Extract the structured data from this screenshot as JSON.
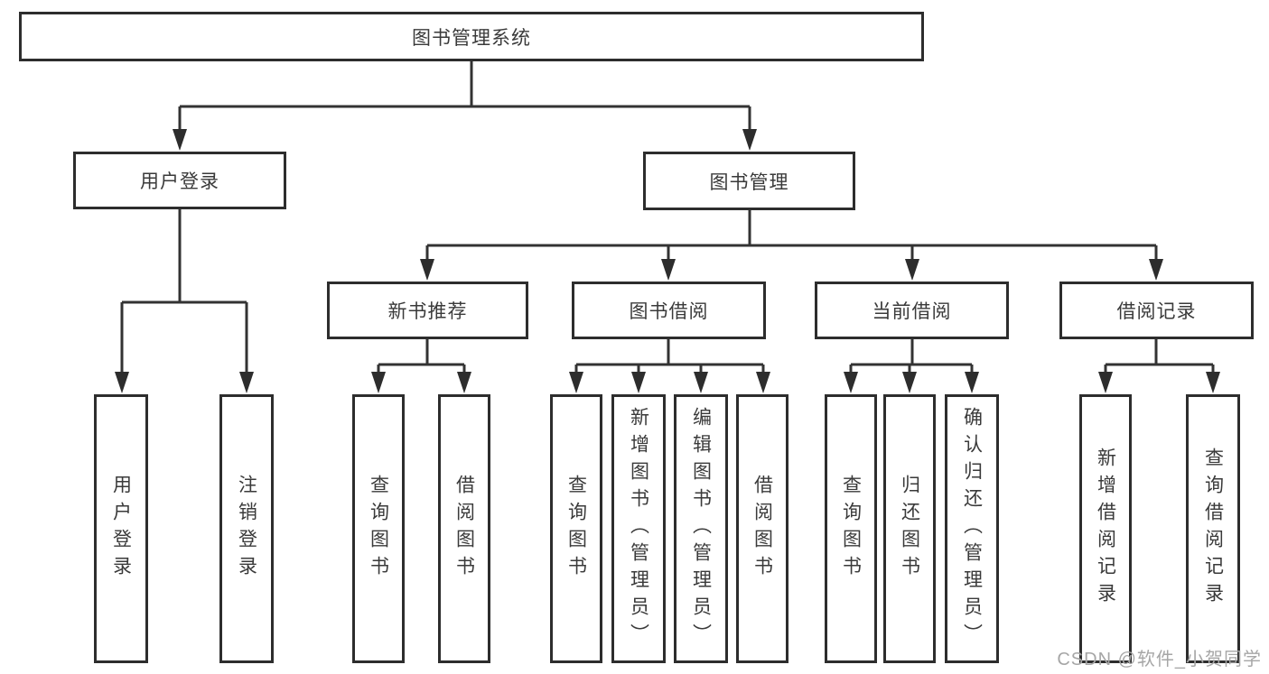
{
  "tree": {
    "label": "图书管理系统",
    "children": [
      {
        "label": "用户登录",
        "children": [
          {
            "label": "用户登录"
          },
          {
            "label": "注销登录"
          }
        ]
      },
      {
        "label": "图书管理",
        "children": [
          {
            "label": "新书推荐",
            "children": [
              {
                "label": "查询图书"
              },
              {
                "label": "借阅图书"
              }
            ]
          },
          {
            "label": "图书借阅",
            "children": [
              {
                "label": "查询图书"
              },
              {
                "label": "新增图书（管理员）"
              },
              {
                "label": "编辑图书（管理员）"
              },
              {
                "label": "借阅图书"
              }
            ]
          },
          {
            "label": "当前借阅",
            "children": [
              {
                "label": "查询图书"
              },
              {
                "label": "归还图书"
              },
              {
                "label": "确认归还（管理员）"
              }
            ]
          },
          {
            "label": "借阅记录",
            "children": [
              {
                "label": "新增借阅记录"
              },
              {
                "label": "查询借阅记录"
              }
            ]
          }
        ]
      }
    ]
  },
  "watermark": {
    "text": "CSDN @软件_小贺同学"
  },
  "colors": {
    "border": "#2d2d2d",
    "line": "#333333",
    "text": "#3a3a3a",
    "watermark": "#a6a6a6",
    "background": "#ffffff"
  }
}
